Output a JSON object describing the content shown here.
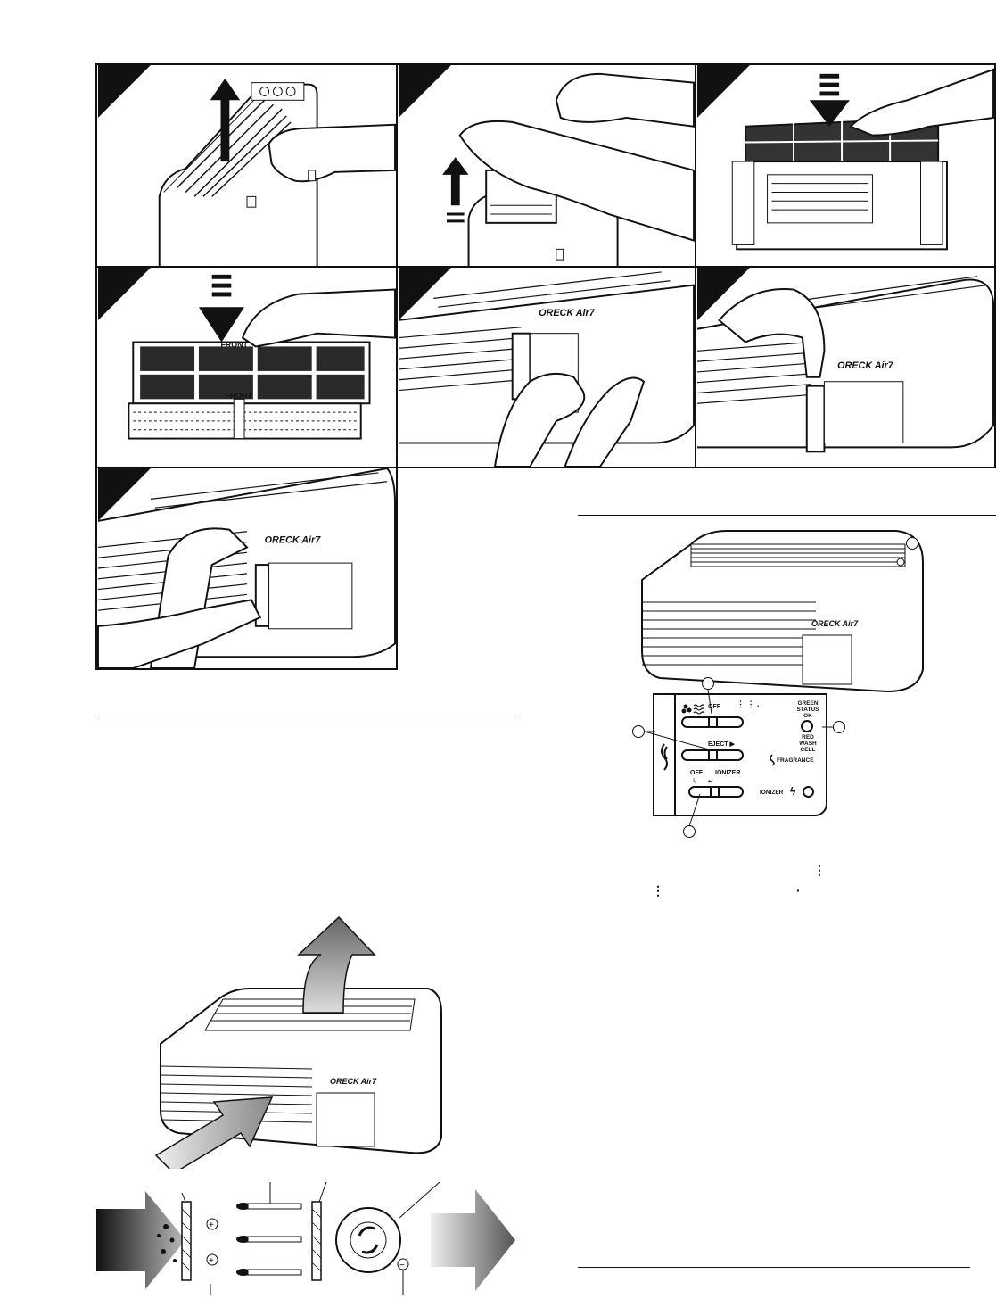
{
  "steps": [
    {
      "id": "step-1"
    },
    {
      "id": "step-2"
    },
    {
      "id": "step-3"
    },
    {
      "id": "step-4",
      "labels": {
        "front_top": "FRONT",
        "front_bottom": "FRONT"
      }
    },
    {
      "id": "step-5",
      "brand": "ORECK Air7"
    },
    {
      "id": "step-6",
      "brand": "ORECK Air7"
    },
    {
      "id": "step-7",
      "brand": "ORECK Air7"
    }
  ],
  "product": {
    "brand": "ORECK Air7"
  },
  "control_panel": {
    "fan_off": "OFF",
    "eject": "EJECT ▶",
    "ionizer_off": "OFF",
    "ionizer_on": "IONIZER",
    "status_green": "GREEN",
    "status_status": "STATUS",
    "status_ok": "OK",
    "status_red": "RED",
    "status_wash": "WASH",
    "status_cell": "CELL",
    "fragrance": "FRAGRANCE",
    "ionizer_label": "IONIZER"
  },
  "airflow_diagram": {
    "ion_plus": "+",
    "ion_minus": "−"
  },
  "icons": [
    "fan-icon",
    "fragrance-icon",
    "ionizer-bolt-icon",
    "arrow-up-icon",
    "arrow-down-icon"
  ]
}
